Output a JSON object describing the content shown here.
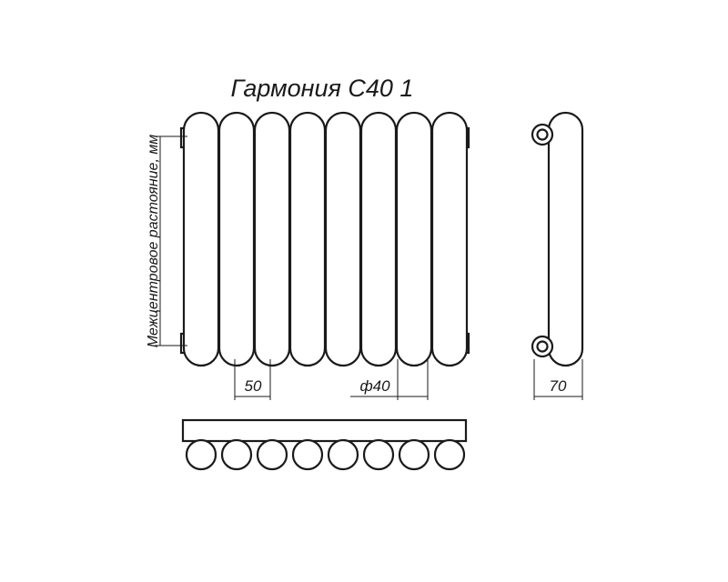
{
  "title": "Гармония С40 1",
  "labels": {
    "vertical_dimension": "Межцентровое растояние, мм",
    "section_pitch": "50",
    "tube_diameter": "ф40",
    "depth": "70"
  },
  "drawing": {
    "section_count": 8,
    "line_color": "#1a1a1a",
    "background": "#ffffff"
  }
}
